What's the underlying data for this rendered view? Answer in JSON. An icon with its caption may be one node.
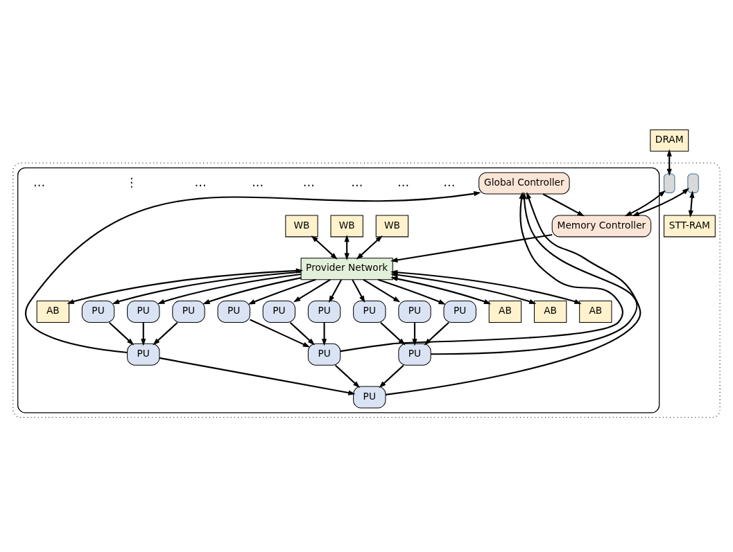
{
  "diagram": {
    "nodes": [
      {
        "text": [],
        "shape": "box"
      },
      {
        "text": [
          "DRAM"
        ]
      },
      {
        "text": [
          "STT-RAM"
        ],
        "in": 0
      },
      {
        "text": [],
        "shape": "box",
        "in": 0
      },
      {
        "text": [],
        "shape": "box",
        "in": 0
      },
      {
        "text": [],
        "shape": "box",
        "in": 0
      },
      {
        "text": [
          "Global Controller"
        ],
        "in": 3
      },
      {
        "text": [
          "Memory Controller"
        ],
        "in": 3
      },
      {
        "text": [
          "Provider Network"
        ],
        "in": 3
      },
      {
        "text": [
          "WB"
        ],
        "in": 3
      },
      {
        "text": [
          "WB"
        ],
        "in": 3
      },
      {
        "text": [
          "WB"
        ],
        "in": 3
      },
      {
        "text": [
          "PU"
        ],
        "in": 3
      },
      {
        "text": [
          "PU"
        ],
        "in": 3
      },
      {
        "text": [
          "PU"
        ],
        "in": 3
      },
      {
        "text": [
          "PU"
        ],
        "in": 3
      },
      {
        "text": [
          "PU"
        ],
        "in": 3
      },
      {
        "text": [
          "PU"
        ],
        "in": 3
      },
      {
        "text": [
          "PU"
        ],
        "in": 3
      },
      {
        "text": [
          "PU"
        ],
        "in": 3
      },
      {
        "text": [
          "PU"
        ],
        "in": 3
      },
      {
        "text": [
          "PU"
        ],
        "in": 3
      },
      {
        "text": [
          "PU"
        ],
        "in": 3
      },
      {
        "text": [
          "PU"
        ],
        "in": 3
      },
      {
        "text": [
          "PU"
        ],
        "in": 3
      },
      {
        "text": [
          "AB"
        ],
        "in": 3
      },
      {
        "text": [
          "AB"
        ],
        "in": 3
      },
      {
        "text": [
          "AB"
        ],
        "in": 3
      },
      {
        "text": [
          "AB"
        ],
        "in": 3
      }
    ],
    "edges": [
      {
        "from": 1,
        "to": 4,
        "arrow": "both"
      },
      {
        "from": 4,
        "to": 7,
        "arrow": "both"
      },
      {
        "from": 5,
        "to": 2,
        "arrow": "both"
      },
      {
        "from": 5,
        "to": 7,
        "arrow": "both"
      },
      {
        "from": 6,
        "to": 7,
        "arrow": "to"
      },
      {
        "from": 7,
        "to": 8,
        "arrow": "to"
      },
      {
        "from": 9,
        "to": 8,
        "arrow": "both"
      },
      {
        "from": 10,
        "to": 8,
        "arrow": "both"
      },
      {
        "from": 11,
        "to": 8,
        "arrow": "both"
      },
      {
        "from": 8,
        "to": 25,
        "arrow": "both"
      },
      {
        "from": 8,
        "to": 26,
        "arrow": "both"
      },
      {
        "from": 8,
        "to": 27,
        "arrow": "both"
      },
      {
        "from": 8,
        "to": 28,
        "arrow": "both"
      },
      {
        "from": 8,
        "to": 16,
        "arrow": "to"
      },
      {
        "from": 8,
        "to": 17,
        "arrow": "to"
      },
      {
        "from": 8,
        "to": 18,
        "arrow": "to"
      },
      {
        "from": 8,
        "to": 19,
        "arrow": "to"
      },
      {
        "from": 8,
        "to": 20,
        "arrow": "to"
      },
      {
        "from": 8,
        "to": 21,
        "arrow": "to"
      },
      {
        "from": 8,
        "to": 22,
        "arrow": "to"
      },
      {
        "from": 8,
        "to": 23,
        "arrow": "to"
      },
      {
        "from": 8,
        "to": 24,
        "arrow": "to"
      },
      {
        "from": 16,
        "to": 13,
        "arrow": "to"
      },
      {
        "from": 19,
        "to": 13,
        "arrow": "to"
      },
      {
        "from": 22,
        "to": 13,
        "arrow": "to"
      },
      {
        "from": 17,
        "to": 14,
        "arrow": "to"
      },
      {
        "from": 20,
        "to": 14,
        "arrow": "to"
      },
      {
        "from": 23,
        "to": 14,
        "arrow": "to"
      },
      {
        "from": 18,
        "to": 15,
        "arrow": "to"
      },
      {
        "from": 21,
        "to": 15,
        "arrow": "to"
      },
      {
        "from": 24,
        "to": 15,
        "arrow": "to"
      },
      {
        "from": 13,
        "to": 6,
        "arrow": "to"
      },
      {
        "from": 13,
        "to": 12,
        "arrow": "to"
      },
      {
        "from": 14,
        "to": 6,
        "arrow": "to"
      },
      {
        "from": 14,
        "to": 12,
        "arrow": "to"
      },
      {
        "from": 15,
        "to": 6,
        "arrow": "to"
      },
      {
        "from": 15,
        "to": 12,
        "arrow": "to"
      },
      {
        "from": 12,
        "to": 6,
        "arrow": "to"
      }
    ],
    "labels": [
      "…",
      "…",
      "…",
      "…",
      "…",
      "…",
      "⋮",
      "…"
    ]
  }
}
